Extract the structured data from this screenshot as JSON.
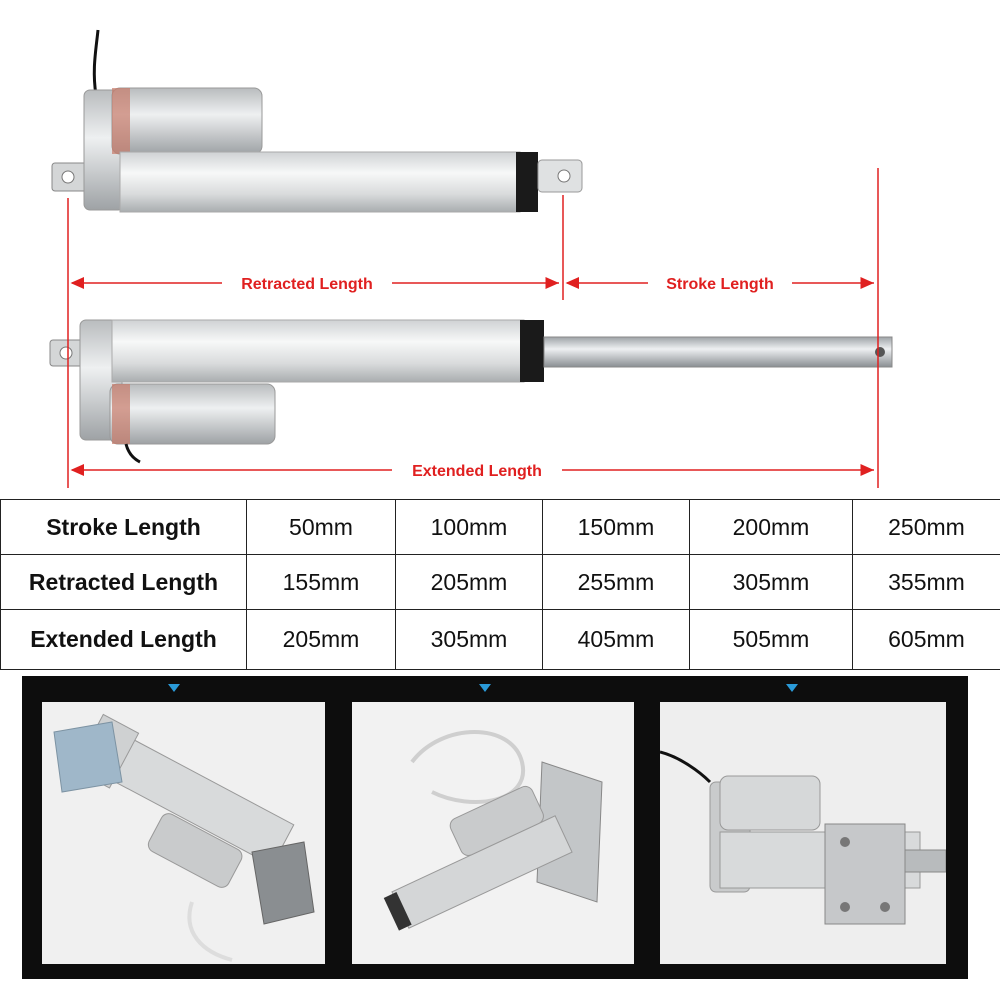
{
  "diagram": {
    "retracted_label": "Retracted Length",
    "stroke_label": "Stroke Length",
    "extended_label": "Extended Length",
    "arrow_color": "#e02020"
  },
  "spec_table": {
    "rows": [
      {
        "header": "Stroke Length",
        "values": [
          "50mm",
          "100mm",
          "150mm",
          "200mm",
          "250mm"
        ]
      },
      {
        "header": "Retracted Length",
        "values": [
          "155mm",
          "205mm",
          "255mm",
          "305mm",
          "355mm"
        ]
      },
      {
        "header": "Extended Length",
        "values": [
          "205mm",
          "305mm",
          "405mm",
          "505mm",
          "605mm"
        ]
      }
    ]
  },
  "photos": [
    {
      "icon": "actuator-with-mounting-brackets-photo"
    },
    {
      "icon": "actuator-with-wall-bracket-photo"
    },
    {
      "icon": "actuator-with-clamp-bracket-photo"
    }
  ],
  "colors": {
    "marker": "#2a9ad8",
    "strip_background": "#0d0d0d"
  }
}
